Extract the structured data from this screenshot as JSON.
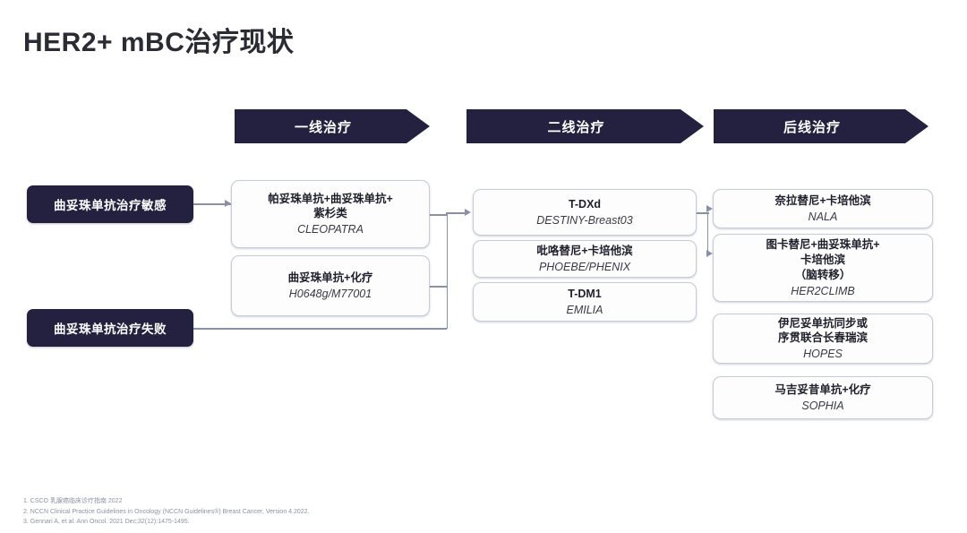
{
  "page": {
    "title": "HER2+ mBC治疗现状"
  },
  "stages": [
    {
      "id": "first-line",
      "label": "一线治疗"
    },
    {
      "id": "second-line",
      "label": "二线治疗"
    },
    {
      "id": "later-line",
      "label": "后线治疗"
    }
  ],
  "patient_status": [
    {
      "id": "sensitive",
      "label": "曲妥珠单抗治疗敏感"
    },
    {
      "id": "failure",
      "label": "曲妥珠单抗治疗失败"
    }
  ],
  "treatments": {
    "first_line": [
      {
        "id": "cleopatra",
        "regimen_line1": "帕妥珠单抗+曲妥珠单抗+",
        "regimen_line2": "紫杉类",
        "trial": "CLEOPATRA"
      },
      {
        "id": "h0648g",
        "regimen_line1": "曲妥珠单抗+化疗",
        "regimen_line2": "",
        "trial": "H0648g/M77001"
      }
    ],
    "second_line": [
      {
        "id": "tdxd",
        "regimen_line1": "T-DXd",
        "regimen_line2": "",
        "trial": "DESTINY-Breast03"
      },
      {
        "id": "phoebe",
        "regimen_line1": "吡咯替尼+卡培他滨",
        "regimen_line2": "",
        "trial": "PHOEBE/PHENIX"
      },
      {
        "id": "tdm1",
        "regimen_line1": "T-DM1",
        "regimen_line2": "",
        "trial": "EMILIA"
      }
    ],
    "later_line": [
      {
        "id": "nala",
        "regimen_line1": "奈拉替尼+卡培他滨",
        "regimen_line2": "",
        "regimen_line3": "",
        "trial": "NALA"
      },
      {
        "id": "her2climb",
        "regimen_line1": "图卡替尼+曲妥珠单抗+",
        "regimen_line2": "卡培他滨",
        "regimen_line3": "（脑转移）",
        "trial": "HER2CLIMB"
      },
      {
        "id": "hopes",
        "regimen_line1": "伊尼妥单抗同步或",
        "regimen_line2": "序贯联合长春瑞滨",
        "regimen_line3": "",
        "trial": "HOPES"
      },
      {
        "id": "sophia",
        "regimen_line1": "马吉妥昔单抗+化疗",
        "regimen_line2": "",
        "regimen_line3": "",
        "trial": "SOPHIA"
      }
    ]
  },
  "footnotes": [
    "1. CSCO 乳腺癌临床诊疗指南 2022",
    "2. NCCN Clinical Practice Guidelines in Oncology (NCCN Guidelines®) Breast Cancer, Version 4.2022.",
    "3. Gennari A, et al. Ann Oncol. 2021 Dec;32(12):1475-1495."
  ],
  "colors": {
    "dark_navy": "#23213f",
    "card_border": "#c6cbd8",
    "connector": "#8a90a6",
    "title_text": "#2b2b33",
    "footnote_text": "#8e92a3"
  }
}
